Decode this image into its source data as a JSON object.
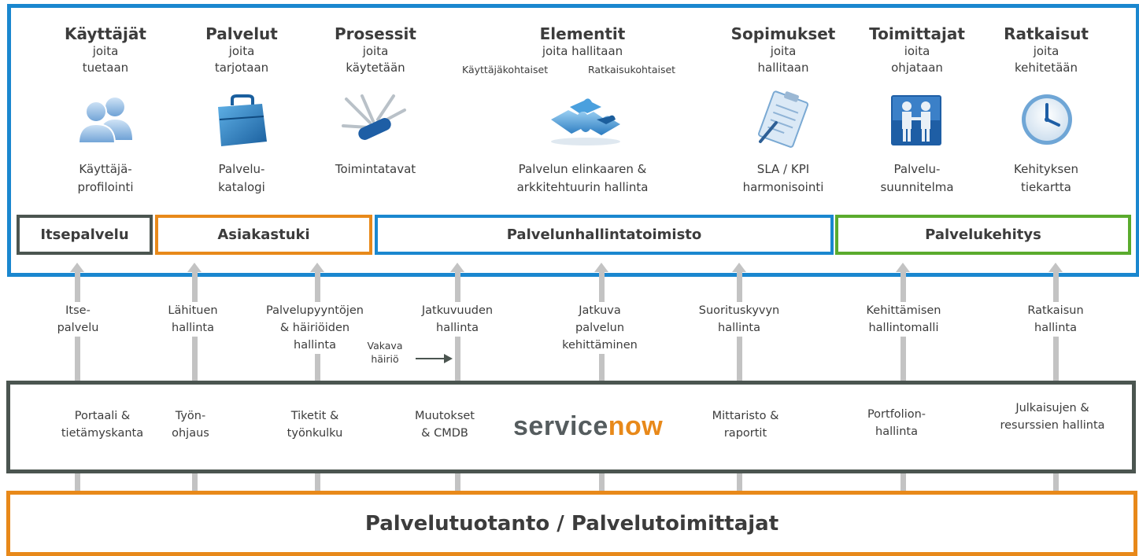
{
  "columns": [
    {
      "title": "Käyttäjät",
      "sub1": "joita",
      "sub2": "tuetaan",
      "label1": "Käyttäjä-",
      "label2": "profilointi",
      "icon": "users-icon"
    },
    {
      "title": "Palvelut",
      "sub1": "joita",
      "sub2": "tarjotaan",
      "label1": "Palvelu-",
      "label2": "katalogi",
      "icon": "briefcase-icon"
    },
    {
      "title": "Prosessit",
      "sub1": "joita",
      "sub2": "käytetään",
      "label1": "Toimintatavat",
      "label2": "",
      "icon": "swiss-knife-icon"
    },
    {
      "title": "Elementit",
      "sub1": "joita hallitaan",
      "sub_left": "Käyttäjäkohtaiset",
      "sub_right": "Ratkaisukohtaiset",
      "label1": "Palvelun elinkaaren &",
      "label2": "arkkitehtuurin hallinta",
      "icon": "puzzle-icon"
    },
    {
      "title": "Sopimukset",
      "sub1": "joita",
      "sub2": "hallitaan",
      "label1": "SLA / KPI",
      "label2": "harmonisointi",
      "icon": "clipboard-icon"
    },
    {
      "title": "Toimittajat",
      "sub1": "ioita",
      "sub2": "ohjataan",
      "label1": "Palvelu-",
      "label2": "suunnitelma",
      "icon": "handshake-icon"
    },
    {
      "title": "Ratkaisut",
      "sub1": "joita",
      "sub2": "kehitetään",
      "label1": "Kehityksen",
      "label2": "tiekartta",
      "icon": "clock-icon"
    }
  ],
  "bands": [
    {
      "label": "Itsepalvelu",
      "color": "#4b5550"
    },
    {
      "label": "Asiakastuki",
      "color": "#e8891a"
    },
    {
      "label": "Palvelunhallintatoimisto",
      "color": "#1a87cf"
    },
    {
      "label": "Palvelukehitys",
      "color": "#5aab2d"
    }
  ],
  "middle": [
    {
      "l1": "Itse-",
      "l2": "palvelu",
      "l3": ""
    },
    {
      "l1": "Lähituen",
      "l2": "hallinta",
      "l3": ""
    },
    {
      "l1": "Palvelupyyntöjen",
      "l2": "& häiriöiden",
      "l3": "hallinta"
    },
    {
      "l1": "Jatkuvuuden",
      "l2": "hallinta",
      "l3": ""
    },
    {
      "l1": "Jatkuva",
      "l2": "palvelun",
      "l3": "kehittäminen"
    },
    {
      "l1": "Suorituskyvyn",
      "l2": "hallinta",
      "l3": ""
    },
    {
      "l1": "Kehittämisen",
      "l2": "hallintomalli",
      "l3": ""
    },
    {
      "l1": "Ratkaisun",
      "l2": "hallinta",
      "l3": ""
    }
  ],
  "vakava": {
    "l1": "Vakava",
    "l2": "häiriö"
  },
  "lower": [
    {
      "l1": "Portaali &",
      "l2": "tietämyskanta"
    },
    {
      "l1": "Työn-",
      "l2": "ohjaus"
    },
    {
      "l1": "Tiketit &",
      "l2": "työnkulku"
    },
    {
      "l1": "Muutokset",
      "l2": "& CMDB"
    },
    {
      "l1": "Mittaristo &",
      "l2": "raportit"
    },
    {
      "l1": "Portfolion-",
      "l2": "hallinta"
    },
    {
      "l1": "Julkaisujen &",
      "l2": "resurssien hallinta"
    }
  ],
  "logo": {
    "text_a": "service",
    "text_b": "now",
    "color_a": "#555c5e",
    "color_b": "#e8891a"
  },
  "bottom": {
    "label": "Palvelutuotanto / Palvelutoimittajat"
  },
  "colors": {
    "blue": "#1a87cf",
    "orange": "#e8891a",
    "green": "#5aab2d",
    "gray": "#4b5550"
  }
}
